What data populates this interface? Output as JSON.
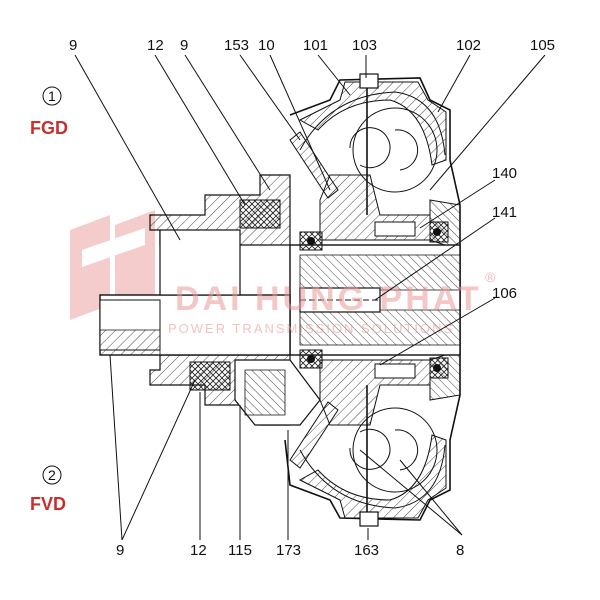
{
  "modes": [
    {
      "number": "1",
      "code": "FGD"
    },
    {
      "number": "2",
      "code": "FVD"
    }
  ],
  "top_labels": [
    "9",
    "12",
    "9",
    "153",
    "10",
    "101",
    "103",
    "102",
    "105"
  ],
  "right_labels": [
    "140",
    "141",
    "106"
  ],
  "bottom_labels": [
    "9",
    "12",
    "115",
    "173",
    "163",
    "8"
  ],
  "watermark": {
    "brand": "DAI HUNG PHAT",
    "registered": "®",
    "tagline": "POWER TRANSMISSION SOLUTIONS"
  },
  "colors": {
    "mode_code": "#c8302f",
    "watermark": "#e89a98",
    "line": "#111111"
  }
}
